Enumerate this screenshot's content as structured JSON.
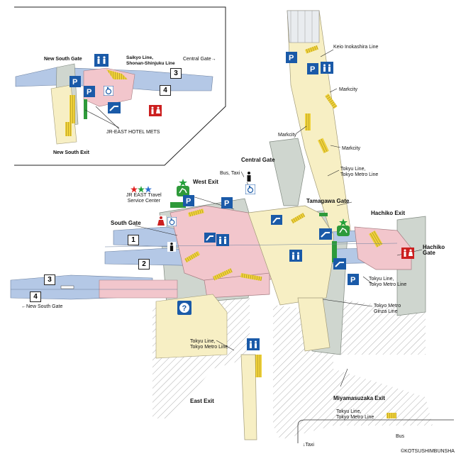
{
  "labels": {
    "new_south_gate": "New South Gate",
    "saikyo_line": "Saikyo Line,\nShonan-Shinjuku Line",
    "central_gate_arrow": "Central Gate→",
    "jr_east_hotel_mets": "JR-EAST HOTEL METS",
    "new_south_exit": "New South Exit",
    "keio_inokashira": "Keio Inokashira Line",
    "markcity_1": "Markcity",
    "markcity_2": "Markcity",
    "markcity_3": "Markcity",
    "central_gate": "Central Gate",
    "bus_taxi": "Bus, Taxi",
    "tokyu_tokyo_metro_1": "Tokyu Line,\nTokyo Metro Line",
    "west_exit": "West Exit",
    "jr_east_travel": "JR EAST Travel\nService Center",
    "tamagawa_gate": "Tamagawa Gate",
    "hachiko_exit": "Hachiko Exit",
    "south_gate": "South Gate",
    "hachiko_gate": "Hachiko\nGate",
    "tokyu_tokyo_metro_2": "Tokyu Line,\nTokyo Metro Line",
    "tokyo_metro_ginza": "Tokyo Metro\nGinza Line",
    "new_south_gate_arrow": "←New South Gate",
    "tokyu_tokyo_metro_3": "Tokyu Line,\nTokyo Metro Line",
    "east_exit": "East Exit",
    "miyamasuzaka_exit": "Miyamasuzaka Exit",
    "tokyu_tokyo_metro_4": "Tokyu Line,\nTokyo Metro Line",
    "bus": "Bus",
    "taxi": "↓Taxi",
    "copyright": "©KOTSUSHIMBUNSHA"
  },
  "platforms": {
    "p1": "1",
    "p2": "2",
    "p3": "3",
    "p4": "4",
    "inset_p3": "3",
    "inset_p4": "4"
  },
  "icons": {
    "info": "information-icon",
    "toilet": "restroom-icon",
    "elevator": "elevator-icon",
    "escalator": "escalator-icon",
    "accessible": "wheelchair-icon",
    "parking": "accessible-parking-icon",
    "hachiko_statue": "hachiko-statue-icon",
    "star": "star-icon",
    "colors": {
      "sign_blue": "#1a5aa8",
      "toilet_red": "#cc1f1f",
      "star_red": "#e02020",
      "star_green": "#22a13a",
      "star_blue": "#2d6fd1"
    }
  },
  "colors": {
    "platform_blue": "#b4c8e6",
    "concourse_pink": "#f2c6cc",
    "passage_yellow": "#f7efc4",
    "building_gray": "#cfd6cf",
    "stair_yellow": "#f0d23a",
    "hatch": "#9a9a9a",
    "green_bar": "#2e9a3a"
  }
}
